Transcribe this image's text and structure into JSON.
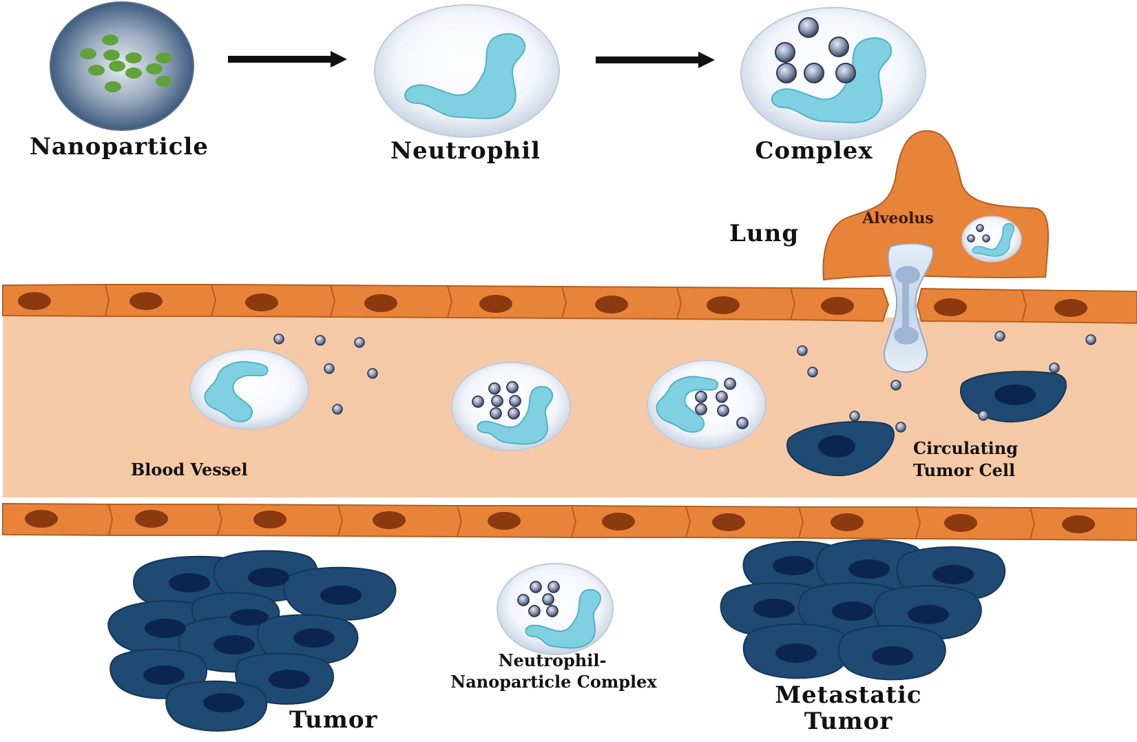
{
  "labels": {
    "nanoparticle": "Nanoparticle",
    "neutrophil": "Neutrophil",
    "complex": "Complex",
    "lung": "Lung",
    "alveolus": "Alveolus",
    "blood_vessel": "Blood Vessel",
    "circulating_line1": "Circulating",
    "circulating_line2": "Tumor Cell",
    "nn_complex_line1": "Neutrophil-",
    "nn_complex_line2": "Nanoparticle Complex",
    "tumor": "Tumor",
    "metastatic_line1": "Metastatic",
    "metastatic_line2": "Tumor"
  },
  "colors": {
    "vessel_wall": "#E8833A",
    "vessel_wall_stroke": "#B55E1F",
    "endothelial_nucleus": "#8B3A10",
    "lumen": "#F6C9A6",
    "tumor_cell": "#1E4A73",
    "tumor_nucleus": "#0C2550",
    "neutrophil_nucleus": "#7FD0E0",
    "nanoparticle_body": "#3E5C80",
    "nanoparticle_dot": "#5FA33A",
    "particle": "#8E98B2"
  }
}
